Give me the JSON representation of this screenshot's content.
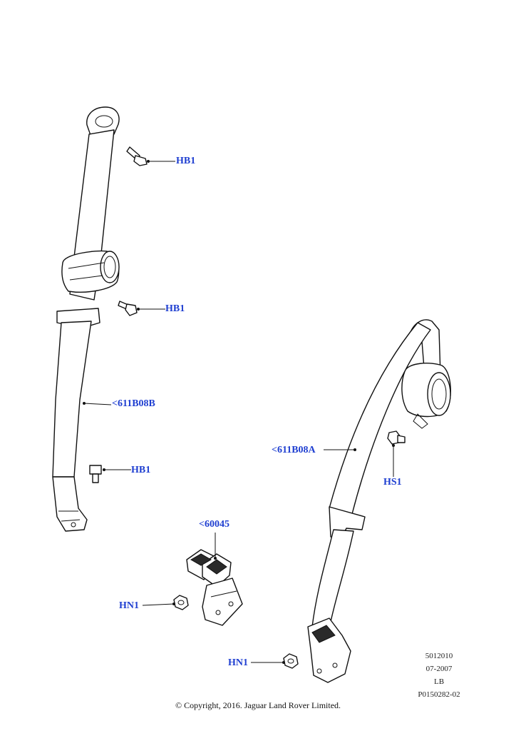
{
  "callouts": {
    "hb1_top": "HB1",
    "hb1_mid": "HB1",
    "belt_left": "<611B08B",
    "hb1_low": "HB1",
    "buckle": "<60045",
    "hn1_left": "HN1",
    "belt_right": "<611B08A",
    "hs1": "HS1",
    "hn1_right": "HN1"
  },
  "meta": {
    "code": "5012010",
    "date": "07-2007",
    "lb": "LB",
    "ref": "P0150282-02"
  },
  "copyright": "© Copyright, 2016. Jaguar Land Rover Limited."
}
